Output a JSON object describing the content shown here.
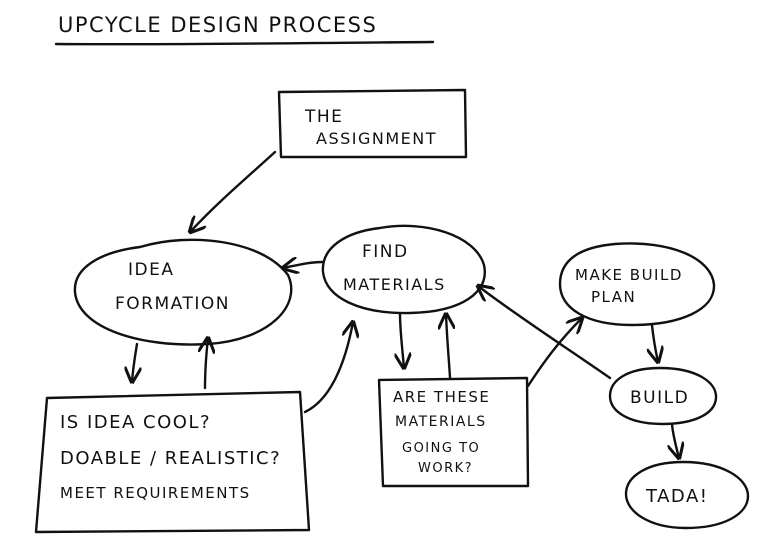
{
  "title": "Upcycle Design Process",
  "nodes": {
    "assignment": [
      "The",
      "Assignment"
    ],
    "idea_formation": [
      "Idea",
      "Formation"
    ],
    "find_materials": [
      "Find",
      "Materials"
    ],
    "make_build_plan": [
      "Make Build",
      "Plan"
    ],
    "idea_check": [
      "Is idea cool?",
      "Doable / realistic?",
      "Meet requirements"
    ],
    "materials_check": [
      "Are these",
      "materials",
      "going to",
      "work?"
    ],
    "build": [
      "Build"
    ],
    "tada": [
      "Tada!"
    ]
  },
  "colors": {
    "ink": "#111111",
    "paper": "#ffffff"
  }
}
